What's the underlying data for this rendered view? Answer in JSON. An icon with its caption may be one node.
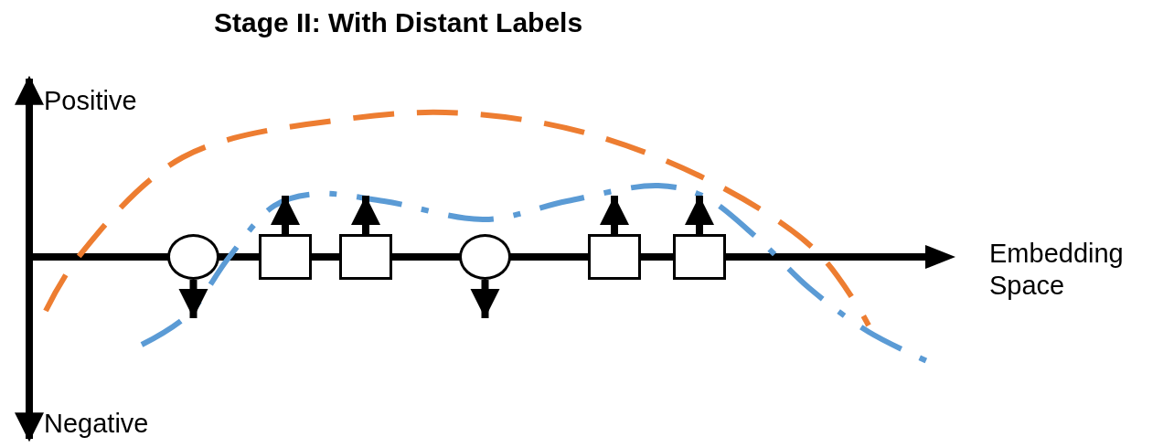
{
  "diagram": {
    "title": "Stage II: With Distant Labels",
    "nodes": [
      {
        "text": [],
        "shape": "circle"
      },
      {
        "text": [],
        "shape": "box"
      },
      {
        "text": [],
        "shape": "box"
      },
      {
        "text": [],
        "shape": "circle"
      },
      {
        "text": [],
        "shape": "box"
      },
      {
        "text": [],
        "shape": "box"
      }
    ],
    "edges": [
      {
        "from": 0,
        "to": null,
        "arrow": "to"
      },
      {
        "from": 1,
        "to": null,
        "arrow": "to"
      },
      {
        "from": 2,
        "to": null,
        "arrow": "to"
      },
      {
        "from": 3,
        "to": null,
        "arrow": "to"
      },
      {
        "from": 4,
        "to": null,
        "arrow": "to"
      },
      {
        "from": 5,
        "to": null,
        "arrow": "to"
      }
    ],
    "labels": [
      "Positive",
      "Negative",
      "Embedding Space"
    ]
  }
}
